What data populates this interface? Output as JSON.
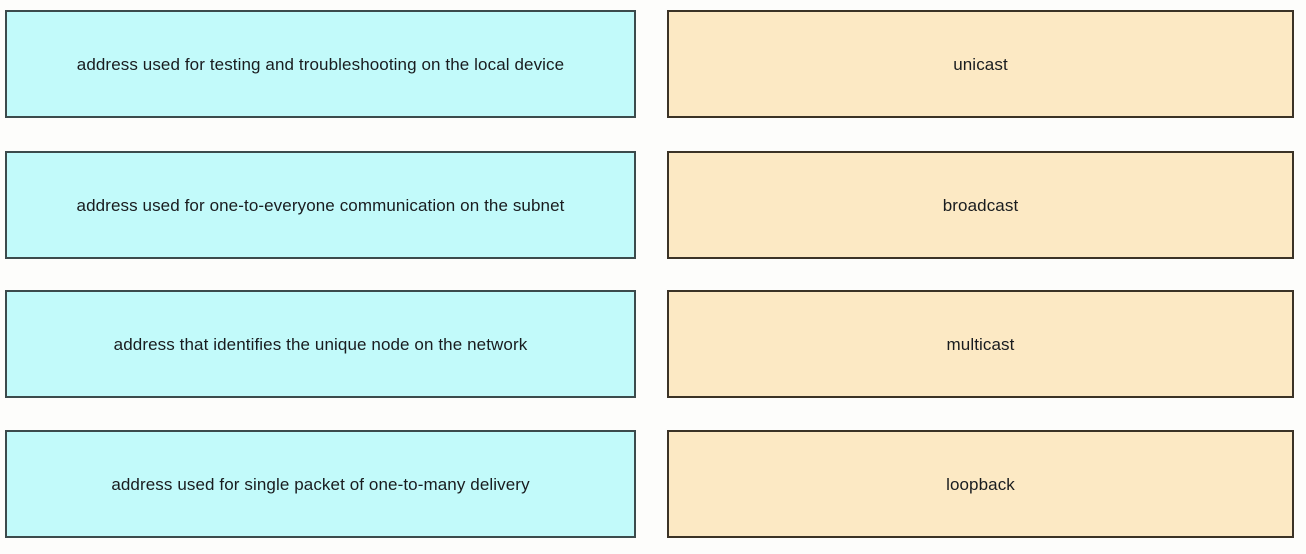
{
  "exercise": {
    "type": "matching",
    "prompt_column": {
      "fill_color": "#c2fafa",
      "border_color": "#3c4b4c",
      "items": [
        {
          "text": "address used for testing and troubleshooting on the local device"
        },
        {
          "text": "address used for one-to-everyone communication on the subnet"
        },
        {
          "text": "address that identifies the unique node on the network"
        },
        {
          "text": "address used for single packet of one-to-many delivery"
        }
      ]
    },
    "answer_column": {
      "fill_color": "#fce9c4",
      "border_color": "#3b3326",
      "items": [
        {
          "text": "unicast"
        },
        {
          "text": "broadcast"
        },
        {
          "text": "multicast"
        },
        {
          "text": "loopback"
        }
      ]
    }
  }
}
